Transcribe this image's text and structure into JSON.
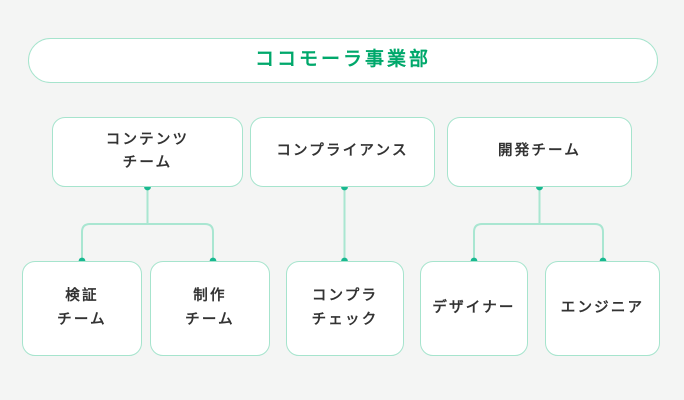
{
  "diagram": {
    "type": "org-chart",
    "background_color": "#f4f5f4",
    "box_border_color": "#a6e4cd",
    "connector_color": "#a9e6d1",
    "connector_dot_color": "#18b890",
    "root_text_color": "#00a86b",
    "node_text_color": "#333333",
    "root": {
      "label": "ココモーラ事業部"
    },
    "divisions": [
      {
        "label": "コンテンツ\nチーム",
        "teams": [
          {
            "label": "検証\nチーム"
          },
          {
            "label": "制作\nチーム"
          }
        ]
      },
      {
        "label": "コンプライアンス",
        "teams": [
          {
            "label": "コンプラ\nチェック"
          }
        ]
      },
      {
        "label": "開発チーム",
        "teams": [
          {
            "label": "デザイナー"
          },
          {
            "label": "エンジニア"
          }
        ]
      }
    ]
  }
}
